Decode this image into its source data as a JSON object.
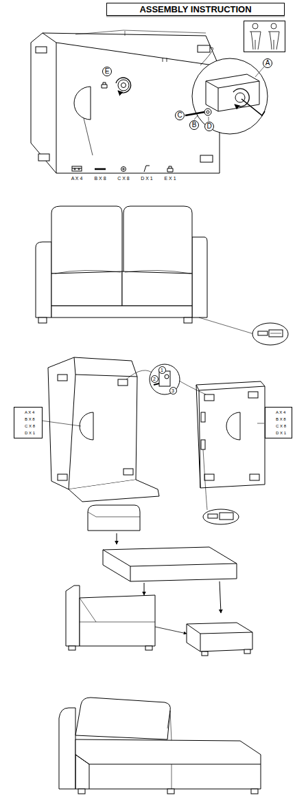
{
  "diagram": {
    "title": "ASSEMBLY INSTRUCTION",
    "nodes": [
      {
        "text": [
          "A"
        ]
      },
      {
        "text": [
          "E"
        ]
      },
      {
        "text": [
          "C"
        ]
      },
      {
        "text": [
          "B"
        ]
      },
      {
        "text": [
          "D"
        ]
      },
      {
        "text": [
          "1"
        ]
      },
      {
        "text": [
          "2"
        ]
      },
      {
        "text": [
          "3"
        ]
      },
      {
        "text": [
          "A X 4",
          "B X 8",
          "C X 8",
          "D X 1"
        ]
      },
      {
        "text": [
          "A X 4",
          "B X 8",
          "C X 8",
          "D X 1"
        ]
      }
    ],
    "labels": [
      "A X 4",
      "B X 8",
      "C X 8",
      "D X 1",
      "E X 1"
    ]
  }
}
